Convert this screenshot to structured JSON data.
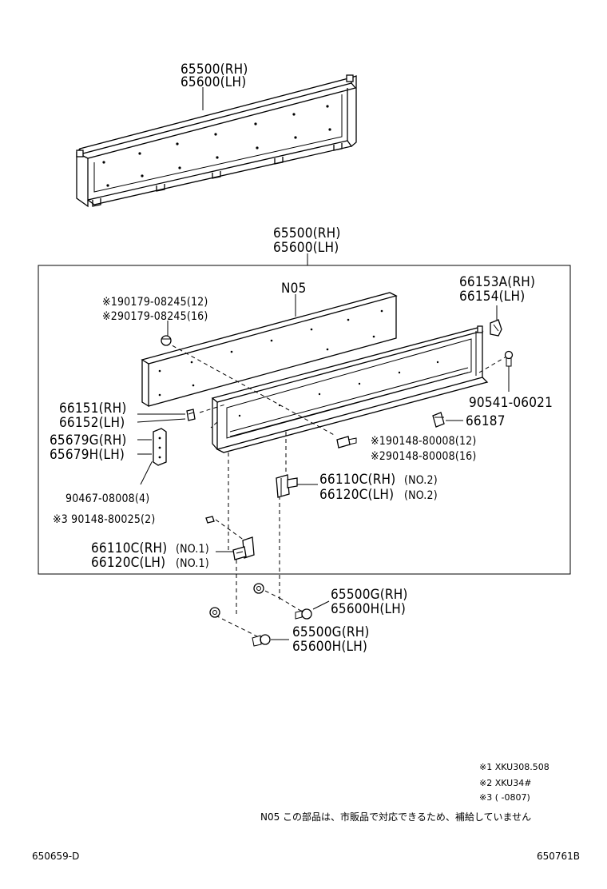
{
  "labels": {
    "top_rh": "65500(RH)",
    "top_lh": "65600(LH)",
    "box_rh": "65500(RH)",
    "box_lh": "65600(LH)",
    "n05": "N05",
    "bolt1_12": "※190179-08245(12)",
    "bolt2_16": "※290179-08245(16)",
    "p66153a": "66153A(RH)",
    "p66154": "66154(LH)",
    "p90541": "90541-06021",
    "p66151": "66151(RH)",
    "p66152": "66152(LH)",
    "p66187": "66187",
    "p65679g": "65679G(RH)",
    "p65679h": "65679H(LH)",
    "p90148_12": "※190148-80008(12)",
    "p90148_16": "※290148-80008(16)",
    "p66110c_no2": "66110C(RH)",
    "p66120c_no2": "66120C(LH)",
    "no2_a": "(NO.2)",
    "no2_b": "(NO.2)",
    "p90467": "90467-08008(4)",
    "p90148_2": "※3 90148-80025(2)",
    "p66110c_no1": "66110C(RH)",
    "p66120c_no1": "66120C(LH)",
    "no1_a": "(NO.1)",
    "no1_b": "(NO.1)",
    "p65500g_a": "65500G(RH)",
    "p65600h_a": "65600H(LH)",
    "p65500g_b": "65500G(RH)",
    "p65600h_b": "65600H(LH)"
  },
  "notes": {
    "n1": "※1 XKU308.508",
    "n2": "※2 XKU34#",
    "n3": "※3 (      -0807)",
    "n05": "N05 この部品は、市販品で対応できるため、補給していません"
  },
  "codes": {
    "left": "650659-D",
    "right": "650761B"
  }
}
